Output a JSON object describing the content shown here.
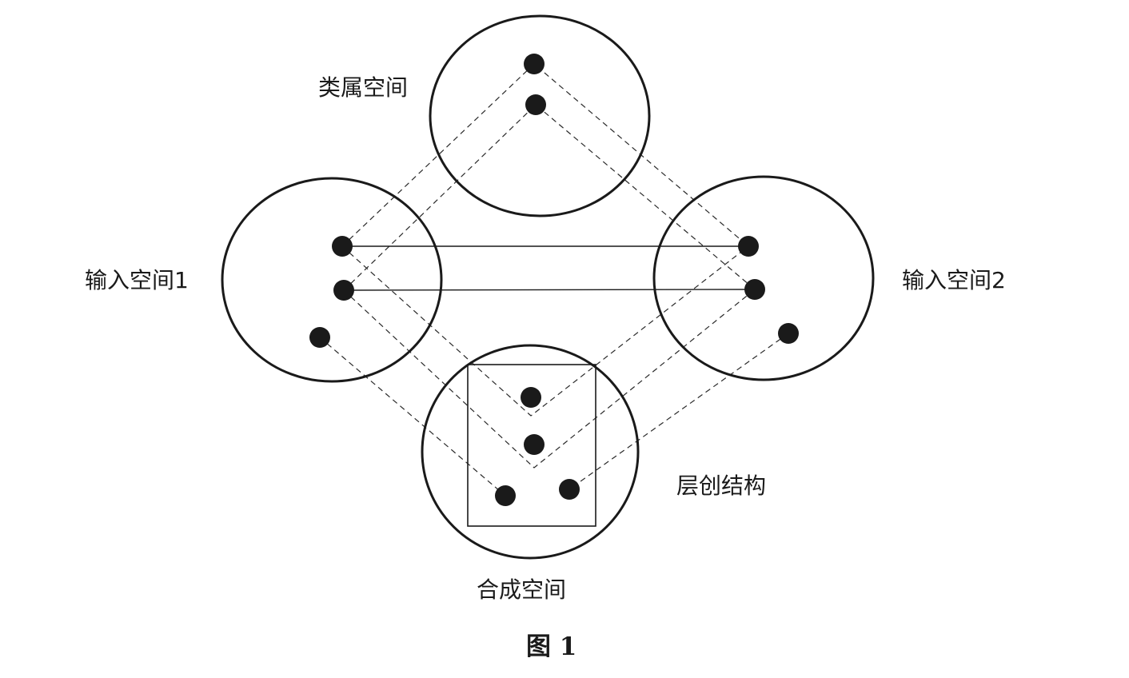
{
  "labels": {
    "generic_space": "类属空间",
    "input_space_1": "输入空间1",
    "input_space_2": "输入空间2",
    "blended_space": "合成空间",
    "emergent_structure": "层创结构"
  },
  "caption": "图 1"
}
